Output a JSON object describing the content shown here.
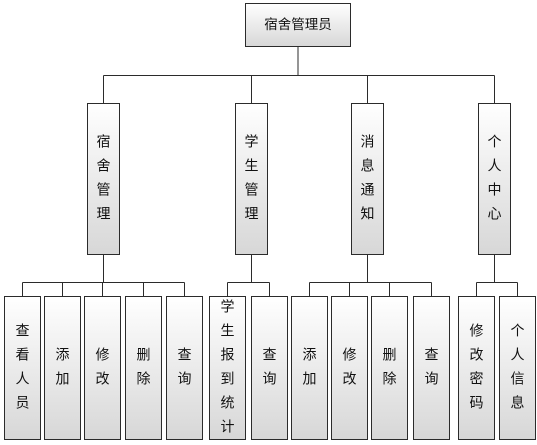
{
  "colors": {
    "box_top": "#ffffff",
    "box_bottom": "#d7d7d7",
    "line": "#2b2b2b",
    "text": "#111111"
  },
  "tree": {
    "label": "宿舍管理员",
    "children": [
      {
        "label": "宿舍管理",
        "children": [
          {
            "label": "查看人员"
          },
          {
            "label": "添加"
          },
          {
            "label": "修改"
          },
          {
            "label": "删除"
          },
          {
            "label": "查询"
          }
        ]
      },
      {
        "label": "学生管理",
        "children": [
          {
            "label": "学生报到统计"
          },
          {
            "label": "查询"
          }
        ]
      },
      {
        "label": "消息通知",
        "children": [
          {
            "label": "添加"
          },
          {
            "label": "修改"
          },
          {
            "label": "删除"
          },
          {
            "label": "查询"
          }
        ]
      },
      {
        "label": "个人中心",
        "children": [
          {
            "label": "修改密码"
          },
          {
            "label": "个人信息"
          }
        ]
      }
    ]
  }
}
